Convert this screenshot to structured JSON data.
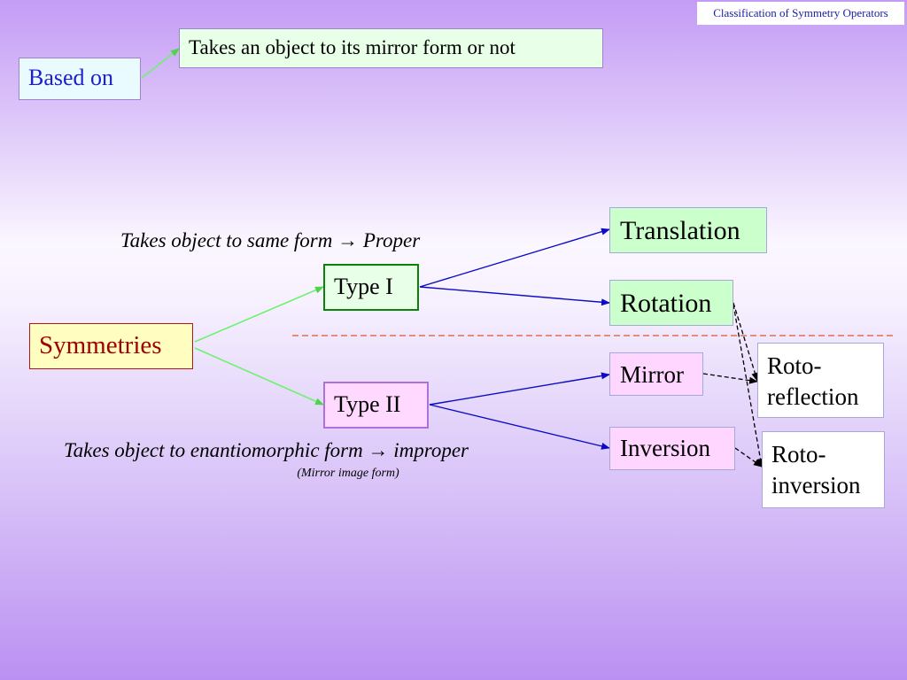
{
  "header": {
    "title": "Classification of Symmetry Operators"
  },
  "criterion": {
    "based_on": "Based on",
    "note": "Takes an object to its mirror form or not"
  },
  "root": {
    "label": "Symmetries"
  },
  "type_1": {
    "label": "Type I",
    "description": "Takes object to same form → Proper"
  },
  "type_2": {
    "label": "Type II",
    "description": "Takes object to enantiomorphic form → improper",
    "sub_description": "(Mirror image form)"
  },
  "operations": {
    "translation": "Translation",
    "rotation": "Rotation",
    "mirror": "Mirror",
    "inversion": "Inversion"
  },
  "combined": {
    "roto_reflection": {
      "line1": "Roto-",
      "line2": "reflection"
    },
    "roto_inversion": {
      "line1": "Roto-",
      "line2": "inversion"
    }
  },
  "colors": {
    "blue_arrow": "#0b0bc4",
    "green_arrow": "#6ef26e",
    "divider": "#e0552e",
    "dashed_arrow": "#000000"
  }
}
